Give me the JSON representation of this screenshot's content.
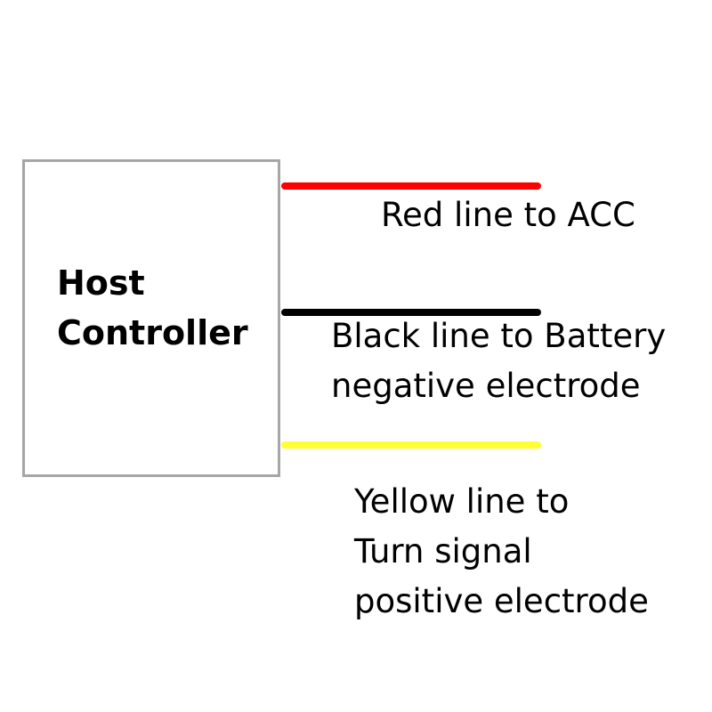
{
  "host": {
    "line1": "Host",
    "line2": "Controller"
  },
  "wires": {
    "red": {
      "color": "#ff0000",
      "label": "Red line to ACC"
    },
    "black": {
      "color": "#000000",
      "label_line1": "Black line to Battery",
      "label_line2": "negative electrode"
    },
    "yellow": {
      "color": "#ffff33",
      "label_line1": "Yellow line to",
      "label_line2": "Turn signal",
      "label_line3": "positive electrode"
    }
  }
}
